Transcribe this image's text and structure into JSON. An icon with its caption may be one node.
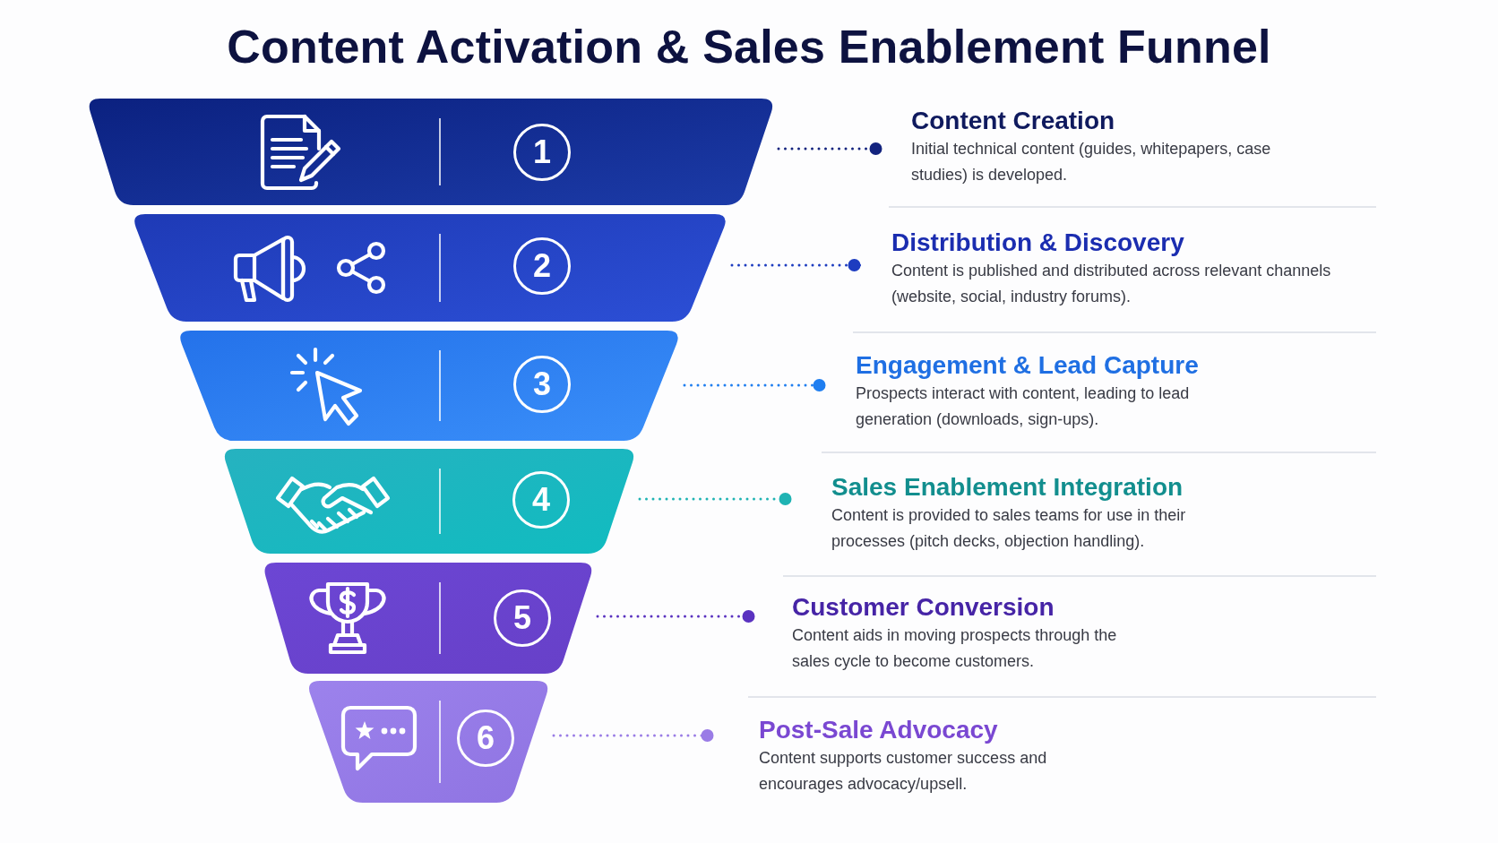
{
  "diagram": {
    "title": "Content Activation & Sales Enablement Funnel",
    "nodes": [
      {
        "text": [
          "1"
        ]
      },
      {
        "text": [
          "Content Creation",
          "Initial technical content (guides, whitepapers, case studies) is developed."
        ]
      },
      {
        "text": [
          "2"
        ]
      },
      {
        "text": [
          "Distribution & Discovery",
          "Content is published and distributed across relevant channels (website, social, industry forums)."
        ]
      },
      {
        "text": [
          "3"
        ]
      },
      {
        "text": [
          "Engagement & Lead Capture",
          "Prospects interact with content, leading to lead generation (downloads, sign-ups)."
        ]
      },
      {
        "text": [
          "4"
        ]
      },
      {
        "text": [
          "Sales Enablement Integration",
          "Content is provided to sales teams for use in their processes (pitch decks, objection handling)."
        ]
      },
      {
        "text": [
          "5"
        ]
      },
      {
        "text": [
          "Customer Conversion",
          "Content aids in moving prospects through the sales cycle to become customers."
        ]
      },
      {
        "text": [
          "6"
        ]
      },
      {
        "text": [
          "Post-Sale Advocacy",
          "Content supports customer success and encourages advocacy/upsell."
        ]
      }
    ],
    "edges": [
      {
        "from": 0,
        "to": 1,
        "arrow": "other",
        "color": "#13237e"
      },
      {
        "from": 2,
        "to": 3,
        "arrow": "other",
        "color": "#1d3cc0"
      },
      {
        "from": 4,
        "to": 5,
        "arrow": "other",
        "color": "#1f7ef0"
      },
      {
        "from": 6,
        "to": 7,
        "arrow": "other",
        "color": "#1fb3b3"
      },
      {
        "from": 8,
        "to": 9,
        "arrow": "other",
        "color": "#5a32c0"
      },
      {
        "from": 10,
        "to": 11,
        "arrow": "other",
        "color": "#9a7ce6"
      }
    ]
  }
}
